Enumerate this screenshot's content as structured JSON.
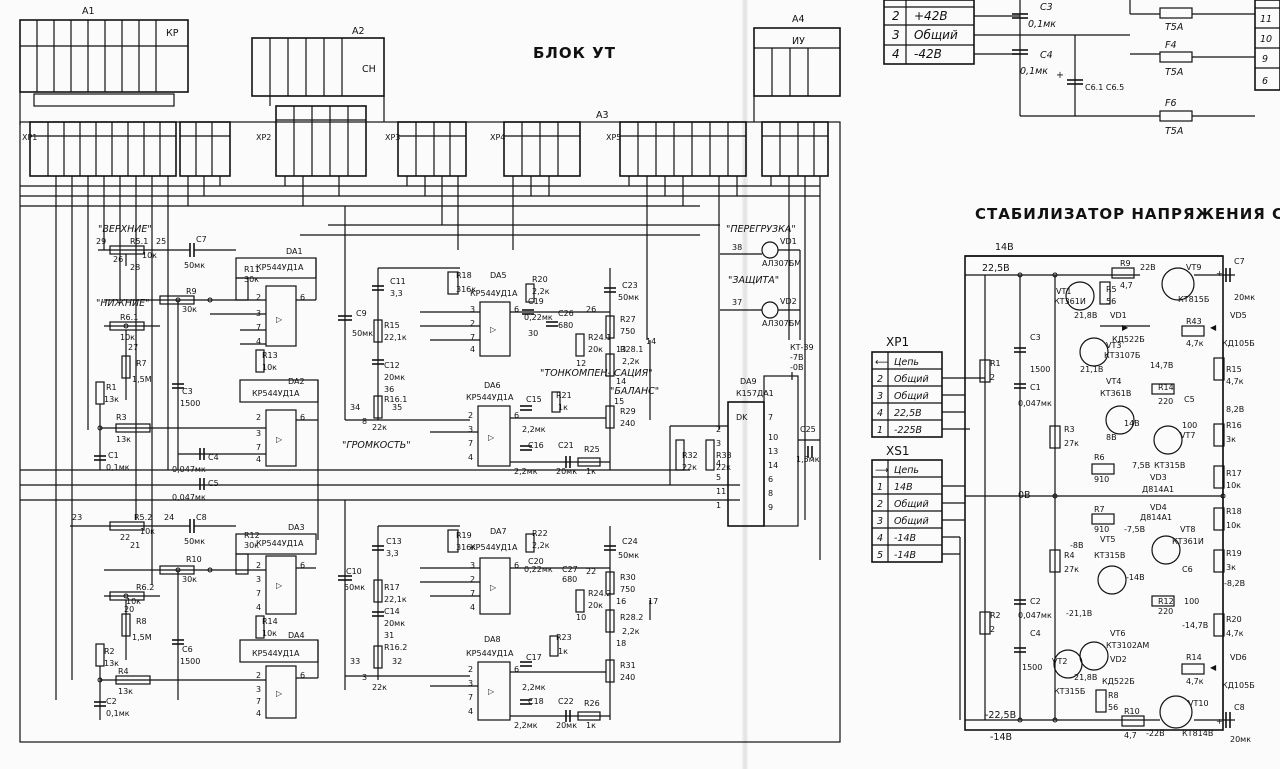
{
  "titles": {
    "block_ut": "БЛОК УТ",
    "stab": "СТАБИЛИЗАТОР НАПРЯЖЕНИЯ СН"
  },
  "modules": {
    "a1": "А1",
    "a1_kr": "КР",
    "a2": "А2",
    "a2_sn": "СН",
    "a3": "А3",
    "a4": "А4",
    "a4_iu": "ИУ"
  },
  "connectors": {
    "xp1": "XP1",
    "xp2": "XP2",
    "xp3": "XP3",
    "xp4": "XP4",
    "xp5": "XP5",
    "xs1": "XS1"
  },
  "top_table": {
    "rows": [
      {
        "pin": "2",
        "name": "+42В"
      },
      {
        "pin": "3",
        "name": "Общий"
      },
      {
        "pin": "4",
        "name": "-42В"
      }
    ],
    "right_pins": [
      "11",
      "10",
      "9",
      "6"
    ]
  },
  "xp1_table": {
    "header": "Цепь",
    "rows": [
      {
        "pin": "2",
        "name": "Общий"
      },
      {
        "pin": "3",
        "name": "Общий"
      },
      {
        "pin": "4",
        "name": "22,5В"
      },
      {
        "pin": "1",
        "name": "-225В"
      }
    ]
  },
  "xs1_table": {
    "header": "Цепь",
    "rows": [
      {
        "pin": "1",
        "name": "14В"
      },
      {
        "pin": "2",
        "name": "Общий"
      },
      {
        "pin": "3",
        "name": "Общий"
      },
      {
        "pin": "4",
        "name": "-14В"
      },
      {
        "pin": "5",
        "name": "-14В"
      }
    ]
  },
  "labels": {
    "verhnie": "\"ВЕРХНИЕ\"",
    "nizhnie": "\"НИЖНИЕ\"",
    "gromkost": "\"ГРОМКОСТЬ\"",
    "tonkomp": "\"ТОНКОМПЕН- САЦИЯ\"",
    "balans": "\"БАЛАНС\"",
    "peregruzka": "\"ПЕРЕГРУЗКА\"",
    "zaschita": "\"ЗАЩИТА\"",
    "kt39": "КТ-39",
    "kt39_v": "-7В",
    "kt39_v2": "-0В",
    "ov": "0В",
    "v14": "14В",
    "vm14": "-14В",
    "v225": "22,5В",
    "vm225": "-22,5В"
  },
  "ics": [
    {
      "ref": "DA1",
      "part": "КР544УД1А"
    },
    {
      "ref": "DA2",
      "part": "КР544УД1А"
    },
    {
      "ref": "DA3",
      "part": "КР544УД1А"
    },
    {
      "ref": "DA4",
      "part": "КР544УД1А"
    },
    {
      "ref": "DA5",
      "part": "КР544УД1А"
    },
    {
      "ref": "DA6",
      "part": "КР544УД1А"
    },
    {
      "ref": "DA7",
      "part": "КР544УД1А"
    },
    {
      "ref": "DA8",
      "part": "КР544УД1А"
    },
    {
      "ref": "DA9",
      "part": "К157ДА1"
    }
  ],
  "left_components": [
    "R11 30к",
    "R13 10к",
    "R9 30к",
    "R5.1 10к",
    "R6.1 10к",
    "R7 1,5М",
    "R1 13к",
    "R3 13к",
    "C1 0,1мк",
    "C3 1500",
    "C4 0,047мк",
    "C5 0,047мк",
    "C7 50мк",
    "R5.2 10к",
    "R6.2 10к",
    "R8 1,5М",
    "R2 13к",
    "R4 13к",
    "R10 30к",
    "R12 30к",
    "R14 10к",
    "C2 0,1мк",
    "C6 1500",
    "C8 50мк"
  ],
  "mid_components": [
    "C11 3,3",
    "R18 316к",
    "R20 2,2к",
    "C23 50мк",
    "C19 0,22мк",
    "C26 680",
    "R27 750",
    "R24.1 20к",
    "C9 50мк",
    "R15 22,1к",
    "C12 20мк",
    "R16.1 22к",
    "R21 1к",
    "R28.1 2,2к",
    "R29 240",
    "C15 2,2мк",
    "C16 2,2мк",
    "C21 20мк",
    "R25 1к",
    "C13 3,3",
    "R19 316к",
    "R22 2,2к",
    "C24 50мк",
    "C20 0,22мк",
    "C27 680",
    "R30 750",
    "R24.2 20к",
    "C10 50мк",
    "R17 22,1к",
    "C14 20мк",
    "R16.2 22к",
    "R23 1к",
    "R28.2 2,2к",
    "R31 240",
    "C17 2,2мк",
    "C18 2,2мк",
    "C22 20мк",
    "R26 1к",
    "R32 22к",
    "R33 22к",
    "C25 1,5мк",
    "VD1 АЛ307БМ",
    "VD2 АЛ307БМ"
  ],
  "stab_components": [
    "R9 4,7",
    "VT9 КТ815Б",
    "C7 20мк",
    "VT1 КТ361И",
    "R5 56",
    "VD1 КД522Б",
    "R43 4,7к",
    "VD5 КД105Б",
    "VT3 КТ3107Б",
    "C3 1500",
    "R1 2",
    "C1 0,047мк",
    "VT4 КТ361В",
    "R14 220",
    "C5 100",
    "VT7 КТ315В",
    "R15 4,7к",
    "R16 3к",
    "R3 27к",
    "R6 910",
    "VD3 Д814А1",
    "VD4 Д814А1",
    "R17 10к",
    "R18 10к",
    "R7 910",
    "VT5 КТ315В",
    "VT8 КТ361И",
    "R4 27к",
    "R19 3к",
    "C6 100",
    "R12 220",
    "C2 0,047мк",
    "R2 2",
    "R20 4,7к",
    "VT2 КТ315Б",
    "VT6 КТ3102АМ",
    "VD2 КД522Б",
    "C4 1500",
    "R8 56",
    "R10 4,7",
    "VT10 КТ814В",
    "R14 4,7к",
    "VD6 КД105Б",
    "C8 20мк"
  ]
}
